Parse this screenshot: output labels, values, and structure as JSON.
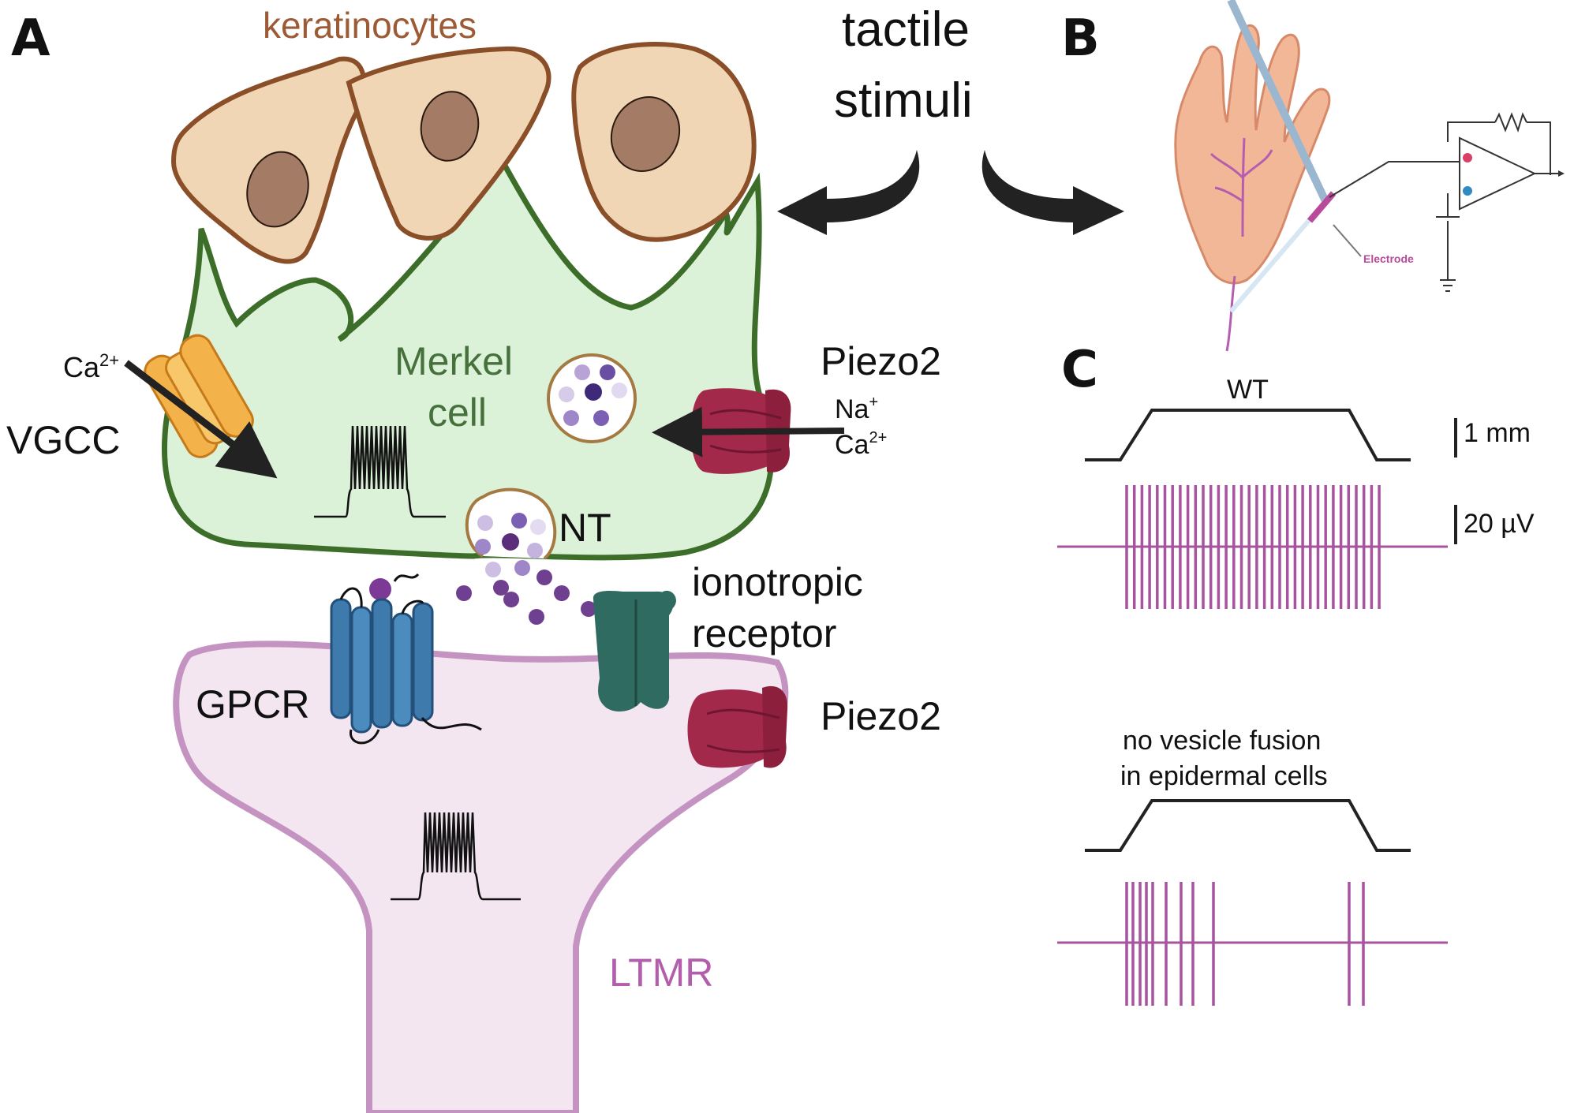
{
  "panels": {
    "a": "A",
    "b": "B",
    "c": "C"
  },
  "labels": {
    "keratinocytes": "keratinocytes",
    "tactile_line1": "tactile",
    "tactile_line2": "stimuli",
    "merkel_line1": "Merkel",
    "merkel_line2": "cell",
    "ca_left_base": "Ca",
    "ca_left_sup": "2+",
    "vgcc": "VGCC",
    "piezo2_top": "Piezo2",
    "na_base": "Na",
    "na_sup": "+",
    "ca_right_base": "Ca",
    "ca_right_sup": "2+",
    "nt": "NT",
    "ionotropic_line1": "ionotropic",
    "ionotropic_line2": "receptor",
    "gpcr": "GPCR",
    "piezo2_bottom": "Piezo2",
    "ltmr": "LTMR",
    "electrode": "Electrode",
    "wt": "WT",
    "scale_mm": "1 mm",
    "scale_uv": "20 µV",
    "mutant_line1": "no vesicle fusion",
    "mutant_line2": "in epidermal cells"
  },
  "colors": {
    "keratinocyte_fill": "#f0d6b4",
    "keratinocyte_stroke": "#8a4e28",
    "nucleus": "#a47c66",
    "merkel_fill": "#dcf2d8",
    "merkel_stroke": "#3c6e2a",
    "merkel_text": "#46703c",
    "ltmr_fill": "#f3e6f1",
    "ltmr_stroke": "#c493c1",
    "ltmr_text": "#b25eac",
    "piezo": "#a3294a",
    "vgcc": "#f3b24a",
    "gpcr": "#3e7aab",
    "ionotropic": "#2f6b60",
    "vesicle": "#6f3f90",
    "trace": "#a7539f",
    "keratinocyte_text": "#9c5a35"
  }
}
